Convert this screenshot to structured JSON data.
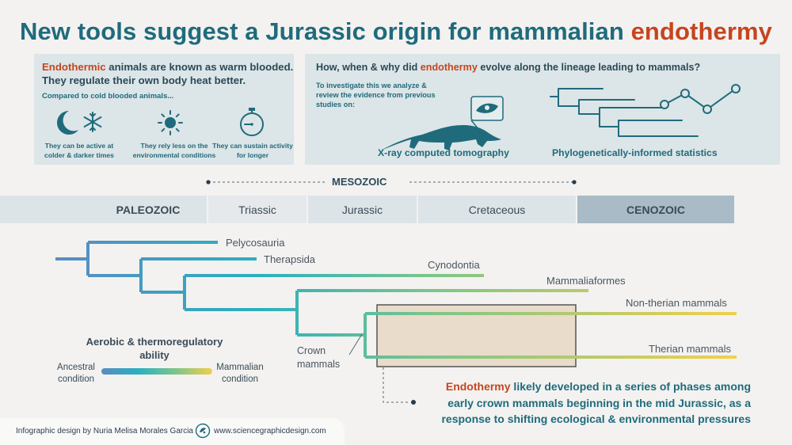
{
  "title": {
    "main": "New tools suggest a Jurassic origin for mammalian ",
    "highlight": "endothermy"
  },
  "left_panel": {
    "heading_highlight": "Endothermic",
    "heading_rest": " animals are known as warm blooded. They regulate their own body heat better.",
    "subheading": "Compared to cold blooded animals...",
    "items": [
      {
        "icon": "moon-snowflake-icon",
        "caption": "They can be active at colder & darker times"
      },
      {
        "icon": "sun-icon",
        "caption": "They rely less on the environmental conditions"
      },
      {
        "icon": "stopwatch-icon",
        "caption": "They can sustain activity for longer"
      }
    ]
  },
  "right_panel": {
    "heading_pre": "How, when & why did ",
    "heading_highlight": "endothermy",
    "heading_post": " evolve along the lineage leading to mammals?",
    "intro": "To investigate this we analyze & review the evidence from previous studies on:",
    "methods": [
      {
        "icon": "animal-ct-scan-icon",
        "label": "X-ray computed tomography"
      },
      {
        "icon": "phylogeny-chart-icon",
        "label": "Phylogenetically-informed statistics"
      }
    ]
  },
  "timeline": {
    "mesozoic_label": "MESOZOIC",
    "eras": [
      {
        "label": "PALEOZOIC",
        "bold": true
      },
      {
        "label": "Triassic",
        "bold": false
      },
      {
        "label": "Jurassic",
        "bold": false
      },
      {
        "label": "Cretaceous",
        "bold": false
      },
      {
        "label": "CENOZOIC",
        "bold": true
      }
    ]
  },
  "tree": {
    "clades": [
      "Pelycosauria",
      "Therapsida",
      "Cynodontia",
      "Mammaliaformes",
      "Non-therian mammals",
      "Therian mammals"
    ],
    "crown_label_1": "Crown",
    "crown_label_2": "mammals"
  },
  "legend": {
    "title": "Aerobic & thermoregulatory ability",
    "left_1": "Ancestral",
    "left_2": "condition",
    "right_1": "Mammalian",
    "right_2": "condition"
  },
  "conclusion": {
    "highlight": "Endothermy",
    "text": " likely developed in a series of phases among early crown mammals beginning in the mid Jurassic, as a response to shifting ecological & environmental pressures"
  },
  "footer": {
    "credit": "Infographic design by Nuria Melisa Morales Garcia",
    "website": "www.sciencegraphicdesign.com"
  },
  "colors": {
    "teal": "#1f6b7c",
    "accent": "#c6451f",
    "paleozoic": "#dde4e8",
    "triassic": "#e5e9ec",
    "cenozoic": "#a8bbc6",
    "highlight_box": "#e9dccb"
  }
}
